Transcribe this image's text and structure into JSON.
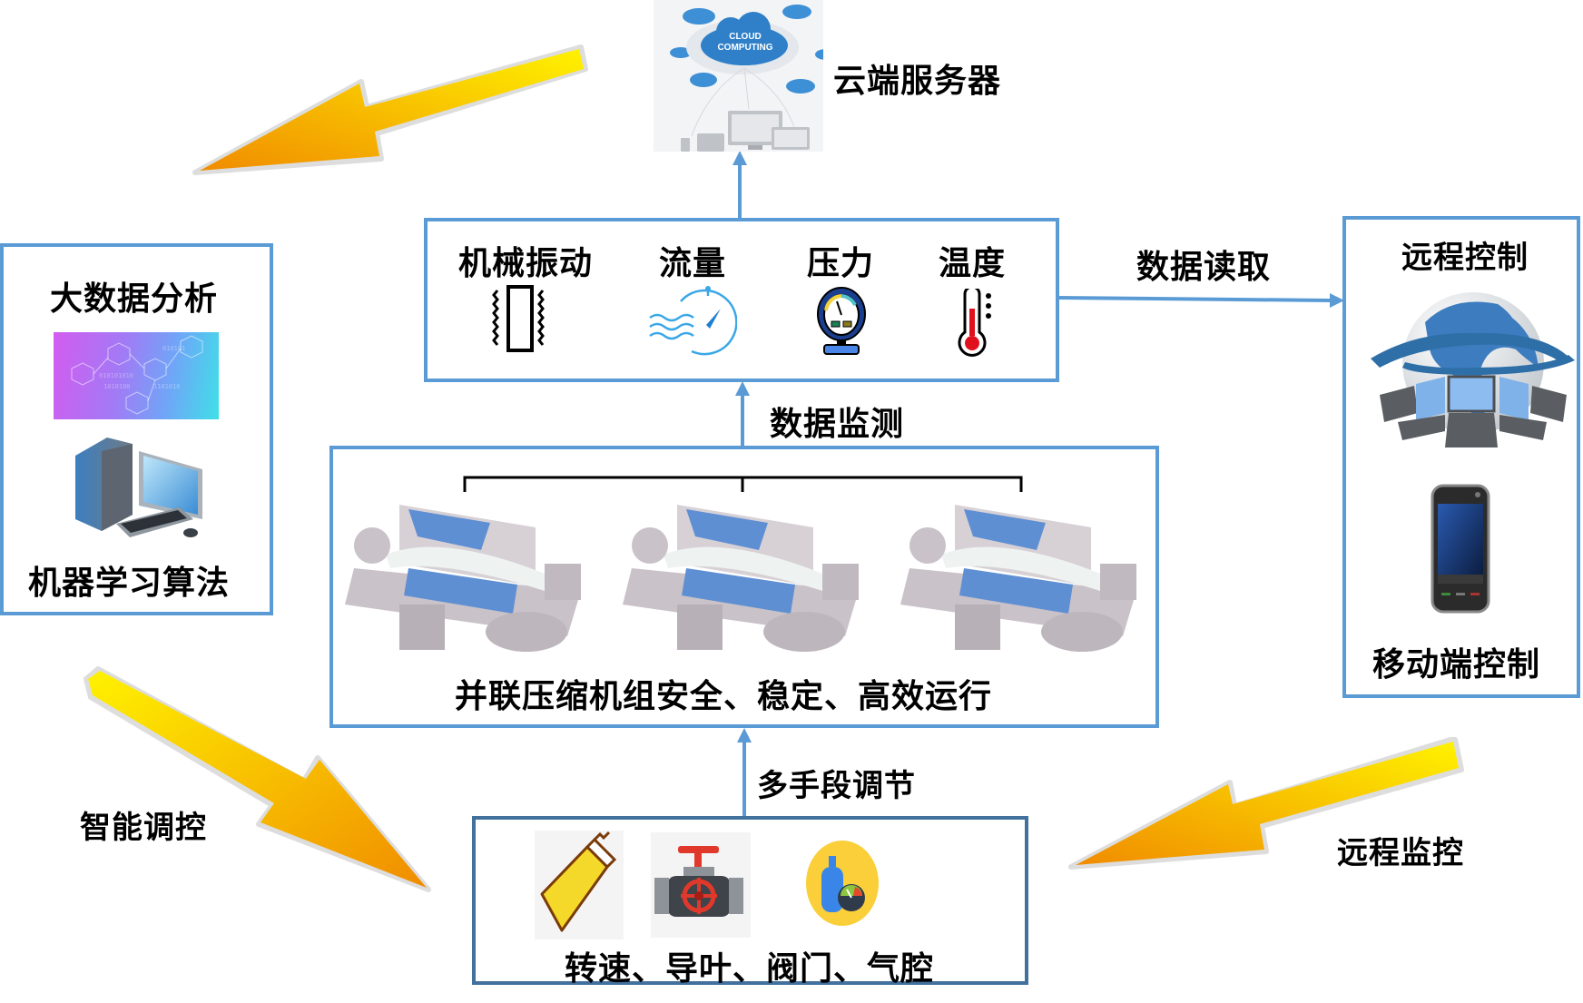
{
  "diagram": {
    "colors": {
      "box_border": "#5B9BD5",
      "box_border_dark": "#41719C",
      "connector": "#5B9BD5",
      "arrow_gradient_start": "#FFF200",
      "arrow_gradient_end": "#F08C00"
    },
    "cloud": {
      "image_text_line1": "CLOUD",
      "image_text_line2": "COMPUTING",
      "label": "云端服务器"
    },
    "sensors": {
      "items": [
        {
          "label": "机械振动",
          "icon": "vibration-icon"
        },
        {
          "label": "流量",
          "icon": "flow-stopwatch-icon"
        },
        {
          "label": "压力",
          "icon": "pressure-gauge-icon"
        },
        {
          "label": "温度",
          "icon": "thermometer-icon"
        }
      ]
    },
    "big_data": {
      "title": "大数据分析",
      "subtitle": "机器学习算法"
    },
    "remote": {
      "title": "远程控制",
      "subtitle": "移动端控制"
    },
    "compressor": {
      "caption": "并联压缩机组安全、稳定、高效运行",
      "unit_count": 3
    },
    "actuators": {
      "caption": "转速、导叶、阀门、气腔",
      "items": [
        {
          "icon": "motor-icon"
        },
        {
          "icon": "valve-icon"
        },
        {
          "icon": "gas-tank-icon"
        }
      ]
    },
    "edge_labels": {
      "data_read": "数据读取",
      "data_monitor": "数据监测",
      "multi_adjust": "多手段调节",
      "smart_control": "智能调控",
      "remote_monitor": "远程监控"
    }
  }
}
